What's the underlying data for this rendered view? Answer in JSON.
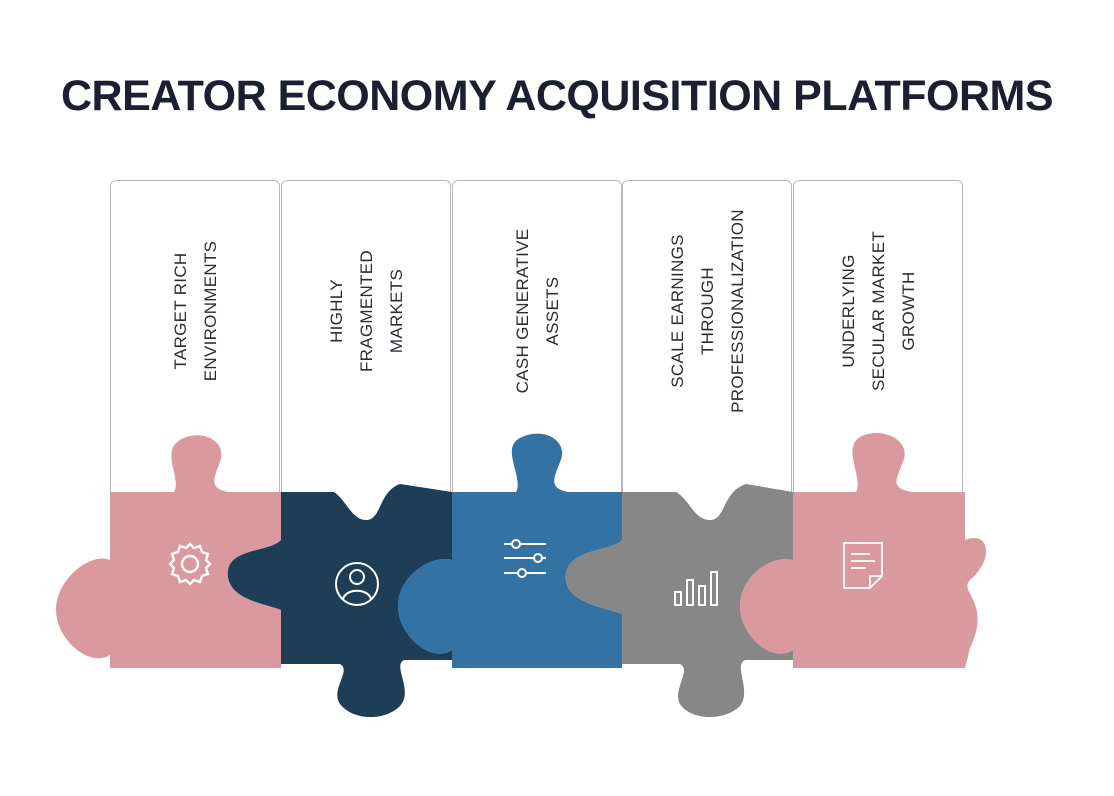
{
  "title": "CREATOR ECONOMY ACQUISITION PLATFORMS",
  "pieces": [
    {
      "label": "TARGET RICH\nENVIRONMENTS",
      "icon": "gear-icon",
      "color": "#d9999f"
    },
    {
      "label": "HIGHLY\nFRAGMENTED\nMARKETS",
      "icon": "user-icon",
      "color": "#1e3d56"
    },
    {
      "label": "CASH GENERATIVE\nASSETS",
      "icon": "sliders-icon",
      "color": "#3572a4"
    },
    {
      "label": "SCALE EARNINGS THROUGH\nPROFESSIONALIZATION",
      "icon": "bar-chart-icon",
      "color": "#878787"
    },
    {
      "label": "UNDERLYING\nSECULAR MARKET\nGROWTH",
      "icon": "document-icon",
      "color": "#d9999f"
    }
  ]
}
